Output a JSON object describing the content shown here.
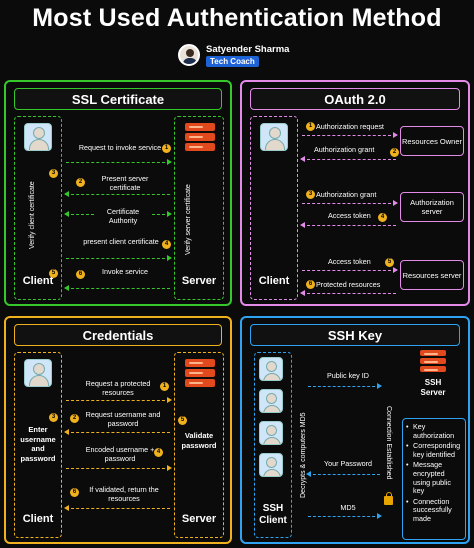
{
  "title": "Most Used Authentication Method",
  "author": {
    "name": "Satyender Sharma",
    "role": "Tech Coach"
  },
  "colors": {
    "ssl": "#35c82a",
    "oauth": "#e48ae8",
    "cred": "#f0b11e",
    "ssh": "#2ea3f2",
    "server_red": "#e24a1d"
  },
  "ssl": {
    "title": "SSL Certificate",
    "client_label": "Client",
    "server_label": "Server",
    "client_vertical": "Verify client certificate",
    "server_vertical": "Verify server certificate",
    "messages": [
      {
        "num": "1",
        "text": "Request to invoke service"
      },
      {
        "num": "2",
        "text": "Present server certificate"
      },
      {
        "num": "",
        "text": "Certificate Authority"
      },
      {
        "num": "4",
        "text": "present client certificate"
      },
      {
        "num": "6",
        "text": "Invoke service"
      }
    ],
    "side_nums": [
      "3",
      "5"
    ]
  },
  "oauth": {
    "title": "OAuth 2.0",
    "client_label": "Client",
    "messages": [
      {
        "num": "1",
        "text": "Authorization request"
      },
      {
        "num": "2",
        "text": "Authorization grant"
      },
      {
        "num": "3",
        "text": "Authorization grant"
      },
      {
        "num": "4",
        "text": "Access token"
      },
      {
        "num": "5",
        "text": "Access token"
      },
      {
        "num": "6",
        "text": "Protected resources"
      }
    ],
    "boxes": [
      "Resources Owner",
      "Authorization server",
      "Resources server"
    ]
  },
  "cred": {
    "title": "Credentials",
    "client_label": "Client",
    "server_label": "Server",
    "client_action": "Enter username and password",
    "server_action": "Validate password",
    "messages": [
      {
        "num": "1",
        "text": "Request a protected resources"
      },
      {
        "num": "2",
        "text": "Request username and password"
      },
      {
        "num": "4",
        "text": "Encoded username + password"
      },
      {
        "num": "6",
        "text": "If validated, return the resources"
      }
    ],
    "side_nums": [
      "3",
      "5"
    ]
  },
  "ssh": {
    "title": "SSH Key",
    "client_label": "SSH Client",
    "server_label": "SSH Server",
    "client_vertical": "Decrypts & computers MD5",
    "server_vertical": "Connection Established",
    "messages": [
      "Public key ID",
      "Your Password",
      "MD5"
    ],
    "list": [
      "Key authorization",
      "Corresponding key identified",
      "Message encrypted using public key",
      "Connection successfully made"
    ]
  }
}
